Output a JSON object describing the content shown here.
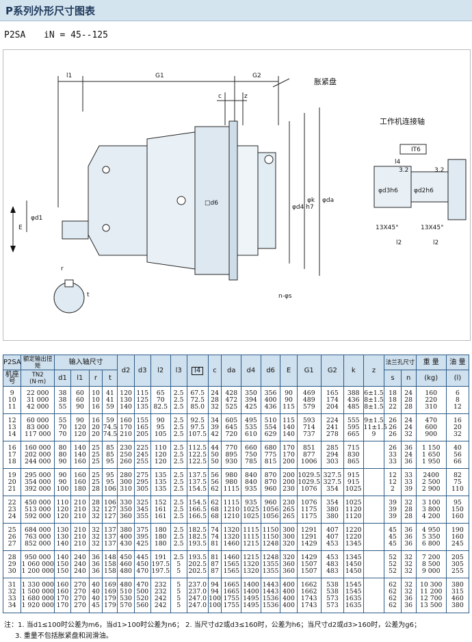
{
  "title": "P系列外形尺寸图表",
  "subtitle": {
    "model": "P2SA",
    "ratio": "iN = 45--125"
  },
  "drawing": {
    "labels": {
      "l1": "l1",
      "G1": "G1",
      "G2": "G2",
      "c": "c",
      "z": "z",
      "shrink_disc": "胀紧盘",
      "work_shaft": "工作机连接轴",
      "IT6": "IT6",
      "l4": "l4",
      "r32a": "3.2",
      "r32b": "3.2",
      "d3h6": "φd3h6",
      "d2h6": "φd2h6",
      "chamfer1": "13X45°",
      "chamfer2": "13X45°",
      "l2a": "l2",
      "l2b": "l2",
      "E": "E",
      "d1": "φd1",
      "d6": "□d6",
      "d4h7": "φd4 h7",
      "k": "φk",
      "da": "φda",
      "n_s": "n-φs",
      "r": "r",
      "t": "t"
    }
  },
  "table": {
    "headers": {
      "p2sa": "P2SA",
      "base": "机座号",
      "torque": "额定输出扭矩",
      "torque_sym": "TN2",
      "torque_unit": "(N·m)",
      "input_shaft": "输入轴尺寸",
      "d1": "d1",
      "l1": "l1",
      "r": "r",
      "t": "t",
      "d2": "d2",
      "d3": "d3",
      "l2": "l2",
      "l3": "l3",
      "l4": "l4",
      "c": "c",
      "da": "da",
      "d4": "d4",
      "d6": "d6",
      "E": "E",
      "G1": "G1",
      "G2": "G2",
      "k": "k",
      "z": "z",
      "flange": "法兰孔尺寸",
      "s": "s",
      "n": "n",
      "weight": "重 量",
      "weight_unit": "(kg)",
      "oil": "油 量",
      "oil_unit": "(l)"
    },
    "groups": [
      {
        "base": "9\n10\n11",
        "torque": "22 000\n31 000\n42 000",
        "d1": "38\n38\n55",
        "l1": "60\n60\n90",
        "r": "10\n10\n16",
        "t": "41\n41\n59",
        "d2": "120\n130\n140",
        "d3": "115\n125\n135",
        "l2": "65\n70\n82.5",
        "l3": "2.5\n2.5\n2.5",
        "l4": "67.5\n72.5\n85.0",
        "c": "24\n28\n32",
        "da": "428\n472\n525",
        "d4": "350\n394\n425",
        "d6": "356\n400\n436",
        "E": "90\n90\n115",
        "G1": "469\n489\n579",
        "G2": "165\n174\n204",
        "k": "388\n436\n485",
        "z": "6±1.5\n8±1.5\n8±1.5",
        "s": "18\n18\n22",
        "n": "24\n28\n28",
        "weight": "160\n220\n310",
        "oil": "6\n8\n12"
      },
      {
        "base": "12\n13\n14",
        "torque": "60 000\n83 000\n117 000",
        "d1": "55\n70\n70",
        "l1": "90\n120\n120",
        "r": "16\n20\n20",
        "t": "59\n74.5\n74.5",
        "d2": "160\n170\n210",
        "d3": "155\n165\n205",
        "l2": "90\n95\n105",
        "l3": "2.5\n2.5\n2.5",
        "l4": "92.5\n97.5\n107.5",
        "c": "34\n39\n42",
        "da": "605\n645\n720",
        "d4": "495\n535\n610",
        "d6": "510\n554\n629",
        "E": "115\n140\n140",
        "G1": "593\n714\n737",
        "G2": "224\n241\n278",
        "k": "555\n595\n665",
        "z": "9±1.5\n11±1.5\n9",
        "s": "26\n26\n26",
        "n": "24\n24\n32",
        "weight": "470\n600\n900",
        "oil": "16\n20\n32"
      },
      {
        "base": "16\n17\n18",
        "torque": "160 000\n202 000\n244 000",
        "d1": "80\n80\n90",
        "l1": "140\n140\n160",
        "r": "25\n25\n25",
        "t": "85\n85\n95",
        "d2": "230\n250\n260",
        "d3": "225\n245\n255",
        "l2": "110\n120\n120",
        "l3": "2.5\n2.5\n2.5",
        "l4": "112.5\n122.5\n122.5",
        "c": "44\n50\n50",
        "da": "770\n895\n930",
        "d4": "660\n750\n785",
        "d6": "680\n775\n815",
        "E": "170\n170\n200",
        "G1": "851\n877\n1006",
        "G2": "285\n294\n303",
        "k": "715\n830\n865",
        "z": "\n\n",
        "s": "26\n33\n33",
        "n": "36\n24\n36",
        "weight": "1 150\n1 650\n1 950",
        "oil": "40\n56\n66"
      },
      {
        "base": "19\n20\n21",
        "torque": "295 000\n354 000\n392 000",
        "d1": "90\n90\n100",
        "l1": "160\n160\n180",
        "r": "25\n25\n28",
        "t": "95\n95\n106",
        "d2": "280\n300\n310",
        "d3": "275\n295\n305",
        "l2": "135\n135\n135",
        "l3": "2.5\n2.5\n2.5",
        "l4": "137.5\n137.5\n154.5",
        "c": "56\n56\n62",
        "da": "980\n980\n1115",
        "d4": "840\n840\n935",
        "d6": "870\n870\n960",
        "E": "200\n200\n230",
        "G1": "1029.5\n1029.5\n1076",
        "G2": "327.5\n327.5\n354",
        "k": "915\n915\n1025",
        "z": "\n\n",
        "s": "12\n12\n2",
        "n": "33\n33\n39",
        "weight": "2400\n2 500\n2 900",
        "oil": "82\n75\n110"
      },
      {
        "base": "22\n23\n24",
        "torque": "450 000\n513 000\n592 000",
        "d1": "110\n120\n120",
        "l1": "210\n210\n210",
        "r": "28\n32\n32",
        "t": "106\n127\n127",
        "d2": "330\n350\n360",
        "d3": "325\n345\n355",
        "l2": "152\n161\n161",
        "l3": "2.5\n2.5\n2.5",
        "l4": "154.5\n166.5\n166.5",
        "c": "62\n68\n68",
        "da": "1115\n1210\n1210",
        "d4": "935\n1025\n1025",
        "d6": "960\n1056\n1056",
        "E": "230\n265\n265",
        "G1": "1076\n1175\n1175",
        "G2": "354\n380\n380",
        "k": "1025\n1120\n1120",
        "z": "\n\n",
        "s": "39\n39\n39",
        "n": "32\n28\n28",
        "weight": "3 100\n3 800\n4 200",
        "oil": "95\n150\n160"
      },
      {
        "base": "25\n26\n27",
        "torque": "684 000\n763 000\n852 000",
        "d1": "130\n130\n140",
        "l1": "210\n210\n210",
        "r": "32\n32\n32",
        "t": "137\n137\n137",
        "d2": "380\n400\n430",
        "d3": "375\n395\n425",
        "l2": "180\n180\n180",
        "l3": "2.5\n2.5\n2.5",
        "l4": "182.5\n182.5\n193.5",
        "c": "74\n74\n81",
        "da": "1320\n1320\n1460",
        "d4": "1115\n1115\n1215",
        "d6": "1150\n1150\n1248",
        "E": "300\n300\n320",
        "G1": "1291\n1291\n1429",
        "G2": "407\n407\n453",
        "k": "1220\n1220\n1345",
        "z": "\n\n",
        "s": "45\n45\n45",
        "n": "36\n36\n36",
        "weight": "4 950\n5 350\n6 800",
        "oil": "190\n160\n245"
      },
      {
        "base": "28\n29\n30",
        "torque": "950 000\n1 060 000\n1 200 000",
        "d1": "140\n150\n150",
        "l1": "240\n240\n240",
        "r": "36\n36\n36",
        "t": "148\n158\n158",
        "d2": "450\n460\n480",
        "d3": "445\n450\n470",
        "l2": "191\n197.5\n197.5",
        "l3": "2.5\n5\n5",
        "l4": "193.5\n202.5\n202.5",
        "c": "81\n87\n87",
        "da": "1460\n1565\n1565",
        "d4": "1215\n1320\n1320",
        "d6": "1248\n1355\n1355",
        "E": "320\n360\n360",
        "G1": "1429\n1507\n1507",
        "G2": "453\n483\n483",
        "k": "1345\n1450\n1450",
        "z": "\n\n",
        "s": "52\n52\n52",
        "n": "32\n32\n32",
        "weight": "7 200\n8 500\n9 000",
        "oil": "205\n305\n255"
      },
      {
        "base": "31\n32\n33\n34",
        "torque": "1 330 000\n1 500 000\n1 680 000\n1 920 000",
        "d1": "160\n160\n170\n170",
        "l1": "270\n270\n270\n270",
        "r": "40\n40\n40\n45",
        "t": "169\n169\n179\n179",
        "d2": "480\n510\n530\n570",
        "d3": "470\n500\n520\n560",
        "l2": "232\n232\n242\n242",
        "l3": "5\n5\n5\n5",
        "l4": "237.0\n237.0\n247.0\n247.0",
        "c": "94\n94\n100\n100",
        "da": "1665\n1665\n1755\n1755",
        "d4": "1400\n1400\n1495\n1495",
        "d6": "1443\n1443\n1536\n1536",
        "E": "400\n400\n400\n400",
        "G1": "1662\n1662\n1743\n1743",
        "G2": "538\n538\n573\n573",
        "k": "1545\n1545\n1635\n1635",
        "z": "\n\n\n",
        "s": "62\n62\n62\n62",
        "n": "32\n32\n36\n36",
        "weight": "10 300\n11 200\n12 700\n13 500",
        "oil": "380\n315\n460\n380"
      }
    ]
  },
  "notes": {
    "line1": "注：1. 当d1≤100时公差为m6，当d1>100时公差为n6；  2. 当尺寸d2或d3≤160时，公差为h6；当尺寸d2或d3>160时，公差为g6；",
    "line2": "3. 重量不包括胀紧盘和润滑油。"
  }
}
